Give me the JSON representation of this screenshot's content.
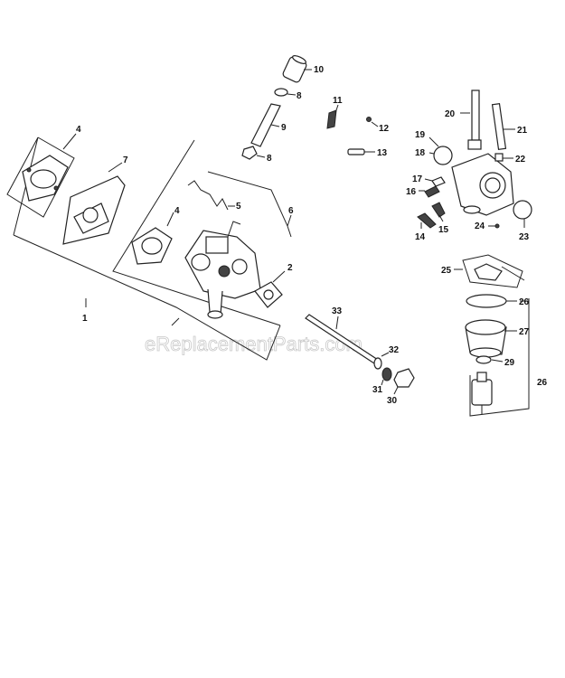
{
  "watermark": "eReplacementParts.com",
  "callouts": {
    "c1": "1",
    "c2": "2",
    "c4a": "4",
    "c4b": "4",
    "c5": "5",
    "c6": "6",
    "c7": "7",
    "c8a": "8",
    "c8b": "8",
    "c9": "9",
    "c10": "10",
    "c11": "11",
    "c12": "12",
    "c13": "13",
    "c14": "14",
    "c15": "15",
    "c16": "16",
    "c17": "17",
    "c18": "18",
    "c19": "19",
    "c20": "20",
    "c21": "21",
    "c22": "22",
    "c23": "23",
    "c24": "24",
    "c25": "25",
    "c26a": "26",
    "c26b": "26",
    "c27": "27",
    "c29": "29",
    "c30": "30",
    "c31": "31",
    "c32": "32",
    "c33": "33"
  }
}
